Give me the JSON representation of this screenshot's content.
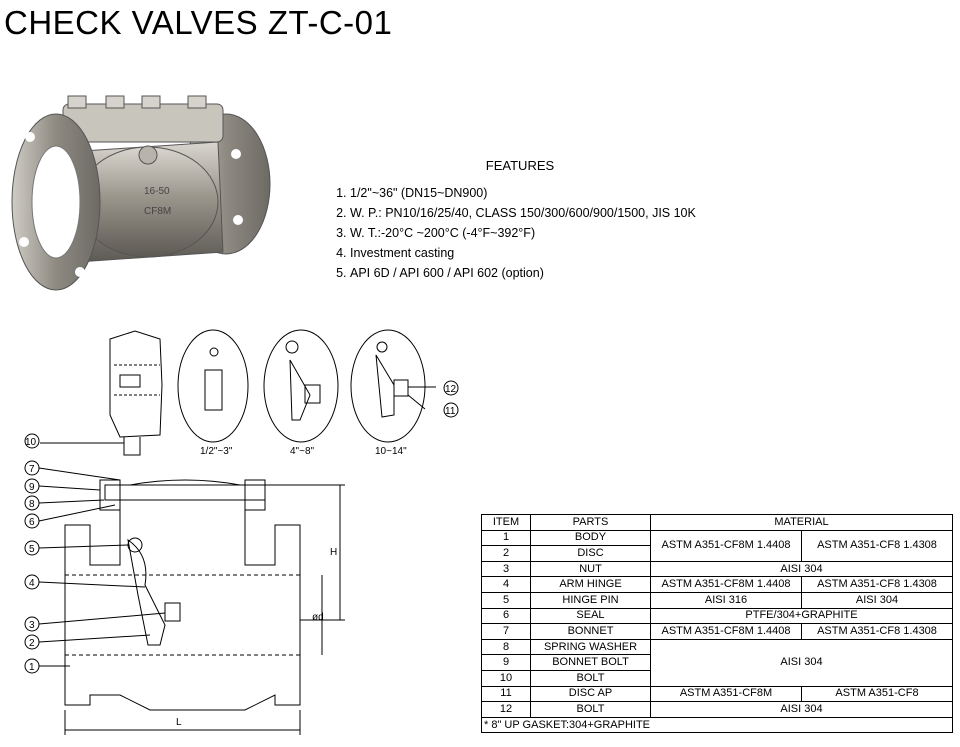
{
  "title": "CHECK VALVES ZT-C-01",
  "features": {
    "heading": "FEATURES",
    "items": [
      "1/2\"~36\" (DN15~DN900)",
      "W. P.: PN10/16/25/40, CLASS 150/300/600/900/1500, JIS 10K",
      "W. T.:-20°C ~200°C (-4°F~392°F)",
      "Investment casting",
      "API 6D / API 600 / API 602 (option)"
    ]
  },
  "photo": {
    "cast_mark_1": "16-50",
    "cast_mark_2": "CF8M"
  },
  "drawing": {
    "size_labels": [
      "1/2\"~3\"",
      "4\"~8\"",
      "10~14\""
    ],
    "dim_labels": {
      "height": "H",
      "diameter": "ød",
      "length": "L"
    },
    "callouts": [
      "1",
      "2",
      "3",
      "4",
      "5",
      "6",
      "7",
      "8",
      "9",
      "10",
      "11",
      "12"
    ]
  },
  "table": {
    "headers": {
      "item": "ITEM",
      "parts": "PARTS",
      "material": "MATERIAL"
    },
    "rows": [
      {
        "item": "1",
        "part": "BODY"
      },
      {
        "item": "2",
        "part": "DISC"
      },
      {
        "item": "3",
        "part": "NUT"
      },
      {
        "item": "4",
        "part": "ARM HINGE"
      },
      {
        "item": "5",
        "part": "HINGE PIN"
      },
      {
        "item": "6",
        "part": "SEAL"
      },
      {
        "item": "7",
        "part": "BONNET"
      },
      {
        "item": "8",
        "part": "SPRING WASHER"
      },
      {
        "item": "9",
        "part": "BONNET BOLT"
      },
      {
        "item": "10",
        "part": "BOLT"
      },
      {
        "item": "11",
        "part": "DISC AP"
      },
      {
        "item": "12",
        "part": "BOLT"
      }
    ],
    "materials": {
      "m12_a": "ASTM A351-CF8M 1.4408",
      "m12_b": "ASTM A351-CF8 1.4308",
      "m3": "AISI 304",
      "m4_a": "ASTM A351-CF8M 1.4408",
      "m4_b": "ASTM A351-CF8 1.4308",
      "m5_a": "AISI 316",
      "m5_b": "AISI 304",
      "m6": "PTFE/304+GRAPHITE",
      "m7_a": "ASTM A351-CF8M 1.4408",
      "m7_b": "ASTM A351-CF8 1.4308",
      "m8_10": "AISI 304",
      "m11_a": "ASTM A351-CF8M",
      "m11_b": "ASTM A351-CF8",
      "m12": "AISI 304"
    },
    "note": "* 8\" UP GASKET:304+GRAPHITE"
  }
}
